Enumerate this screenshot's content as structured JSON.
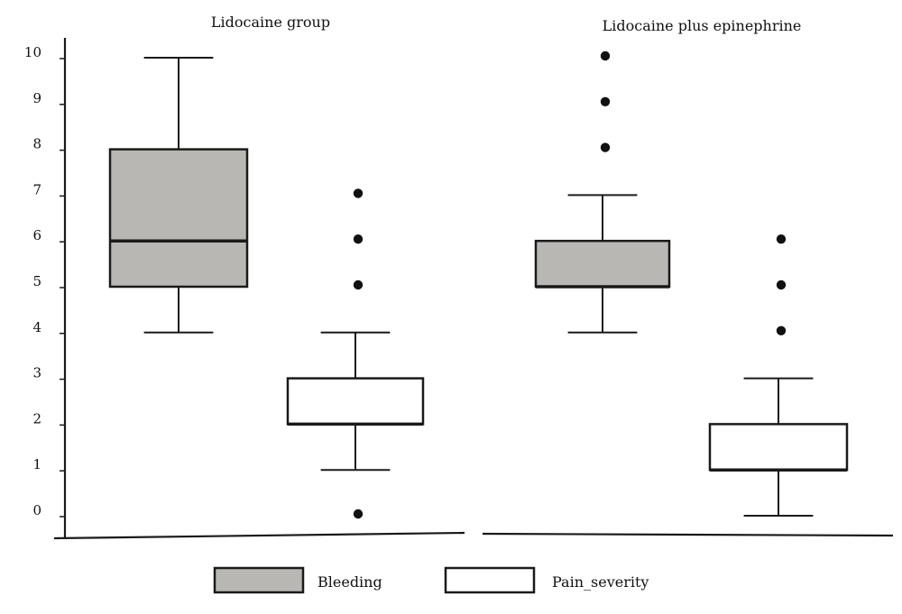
{
  "chart_data": {
    "type": "box",
    "ylim": [
      0,
      10
    ],
    "y_ticks": [
      "0",
      "1",
      "2",
      "3",
      "4",
      "5",
      "6",
      "7",
      "8",
      "9",
      "10"
    ],
    "grid": false,
    "legend_position": "bottom-center",
    "colors": {
      "Bleeding": "#b9b7b4",
      "Pain_severity": "#ffffff",
      "outline": "#1a1a1a"
    },
    "legend": [
      {
        "name": "Bleeding",
        "fill": "#b9b7b4"
      },
      {
        "name": "Pain_severity",
        "fill": "#ffffff"
      }
    ],
    "panels": [
      {
        "title": "Lidocaine group",
        "boxes": [
          {
            "series": "Bleeding",
            "whisker_low": 4,
            "q1": 5,
            "median": 6,
            "q3": 8,
            "whisker_high": 10,
            "outliers": []
          },
          {
            "series": "Pain_severity",
            "whisker_low": 1,
            "q1": 2,
            "median": 2,
            "q3": 3,
            "whisker_high": 4,
            "outliers": [
              5,
              6,
              7,
              0
            ]
          }
        ]
      },
      {
        "title": "Lidocaine plus epinephrine",
        "boxes": [
          {
            "series": "Bleeding",
            "whisker_low": 4,
            "q1": 5,
            "median": 5,
            "q3": 6,
            "whisker_high": 7,
            "outliers": [
              8,
              9,
              10
            ]
          },
          {
            "series": "Pain_severity",
            "whisker_low": 0,
            "q1": 1,
            "median": 1,
            "q3": 2,
            "whisker_high": 3,
            "outliers": [
              4,
              5,
              6
            ]
          }
        ]
      }
    ]
  }
}
